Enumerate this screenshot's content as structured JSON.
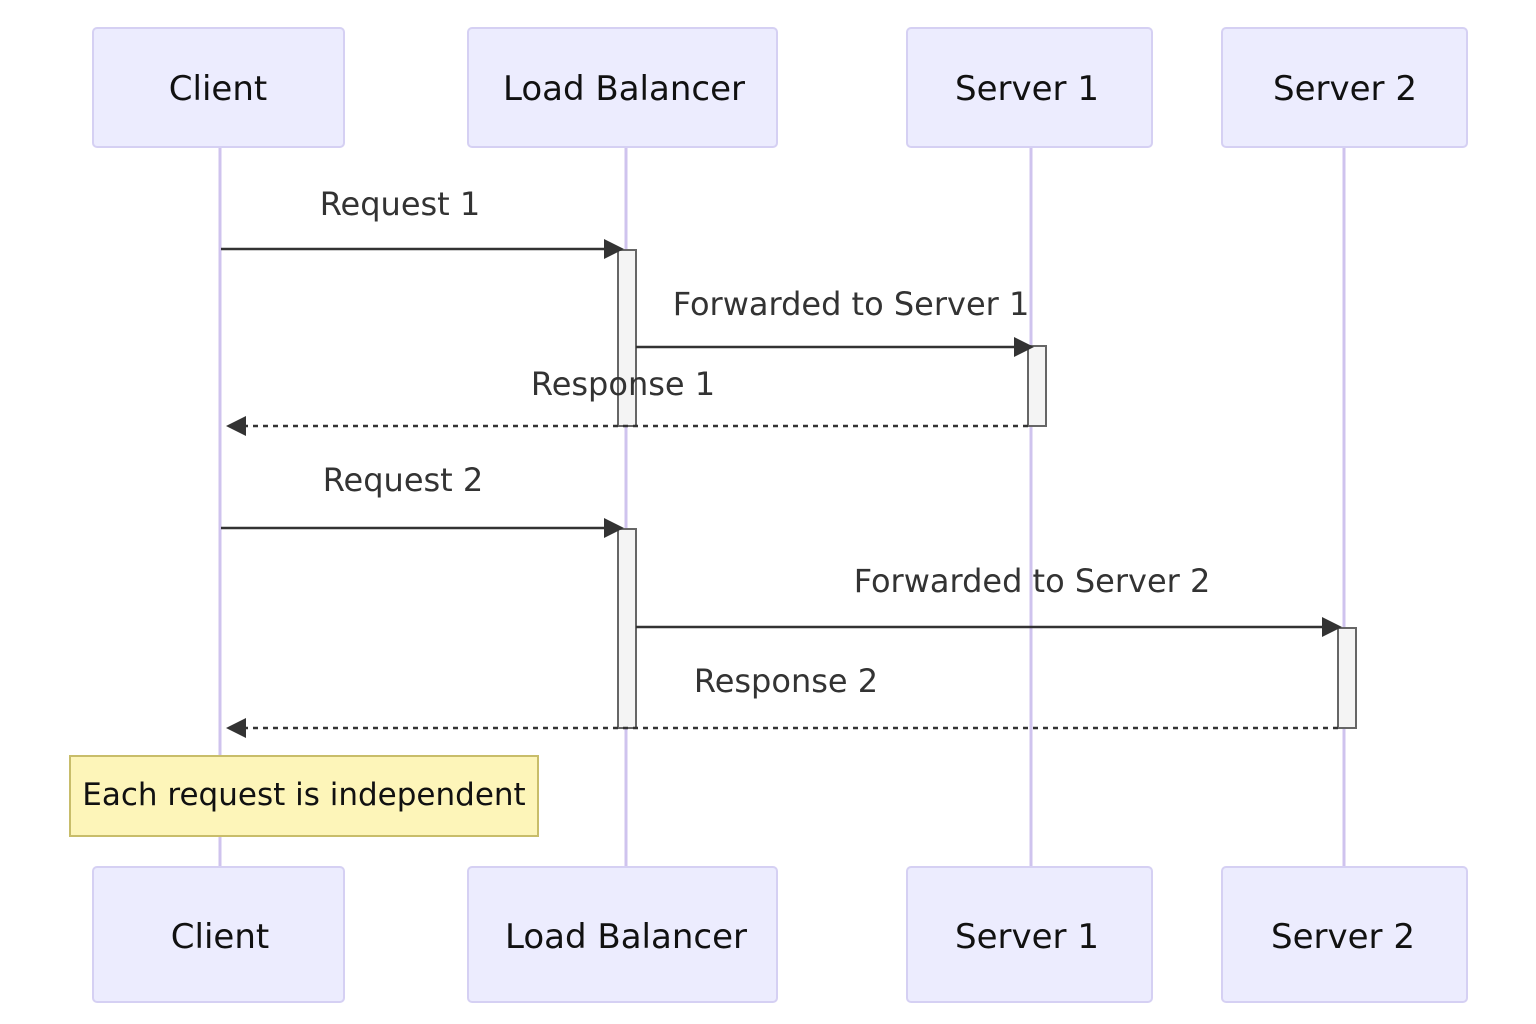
{
  "participants": [
    {
      "id": "client",
      "label": "Client"
    },
    {
      "id": "lb",
      "label": "Load Balancer"
    },
    {
      "id": "s1",
      "label": "Server 1"
    },
    {
      "id": "s2",
      "label": "Server 2"
    }
  ],
  "messages": [
    {
      "from": "client",
      "to": "lb",
      "label": "Request 1",
      "style": "solid"
    },
    {
      "from": "lb",
      "to": "s1",
      "label": "Forwarded to Server 1",
      "style": "solid"
    },
    {
      "from": "s1",
      "to": "client",
      "label": "Response 1",
      "style": "dashed"
    },
    {
      "from": "client",
      "to": "lb",
      "label": "Request 2",
      "style": "solid"
    },
    {
      "from": "lb",
      "to": "s2",
      "label": "Forwarded to Server 2",
      "style": "solid"
    },
    {
      "from": "s2",
      "to": "client",
      "label": "Response 2",
      "style": "dashed"
    }
  ],
  "note": {
    "text": "Each request is independent",
    "over": "client"
  },
  "colors": {
    "actor_fill": "#ececfe",
    "actor_stroke": "#d5d0f3",
    "lifeline": "#cfc3ee",
    "note_fill": "#fdf5b9",
    "note_stroke": "#c8bd6a",
    "arrow": "#333333"
  }
}
